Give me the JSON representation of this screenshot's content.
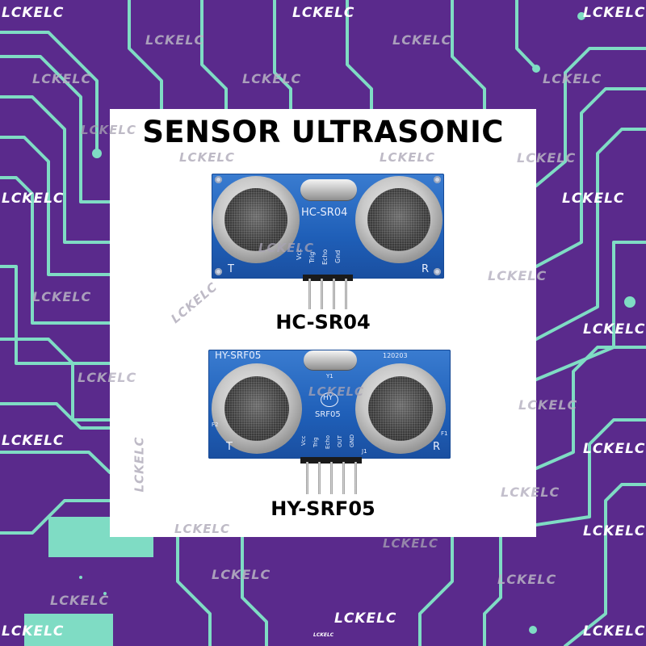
{
  "title": "SENSOR ULTRASONIC",
  "watermark": "LCKELC",
  "colors": {
    "background": "#5a2a8c",
    "trace": "#7fdcc4",
    "panel": "#ffffff",
    "board": "#2466bf"
  },
  "sensors": [
    {
      "label": "HC-SR04",
      "board_text": "HC-SR04",
      "pins": [
        "Vcc",
        "Trig",
        "Echo",
        "Gnd"
      ],
      "left_mark": "T",
      "right_mark": "R"
    },
    {
      "label": "HY-SRF05",
      "board_text": "HY-SRF05",
      "board_code": "120203",
      "chip_text": "SRF05",
      "logo_text": "HY",
      "pins": [
        "Vcc",
        "Trig",
        "Echo",
        "OUT",
        "GND"
      ],
      "left_mark": "T",
      "right_mark": "R",
      "marks": [
        "F2",
        "F1",
        "Y1",
        "J1"
      ]
    }
  ]
}
